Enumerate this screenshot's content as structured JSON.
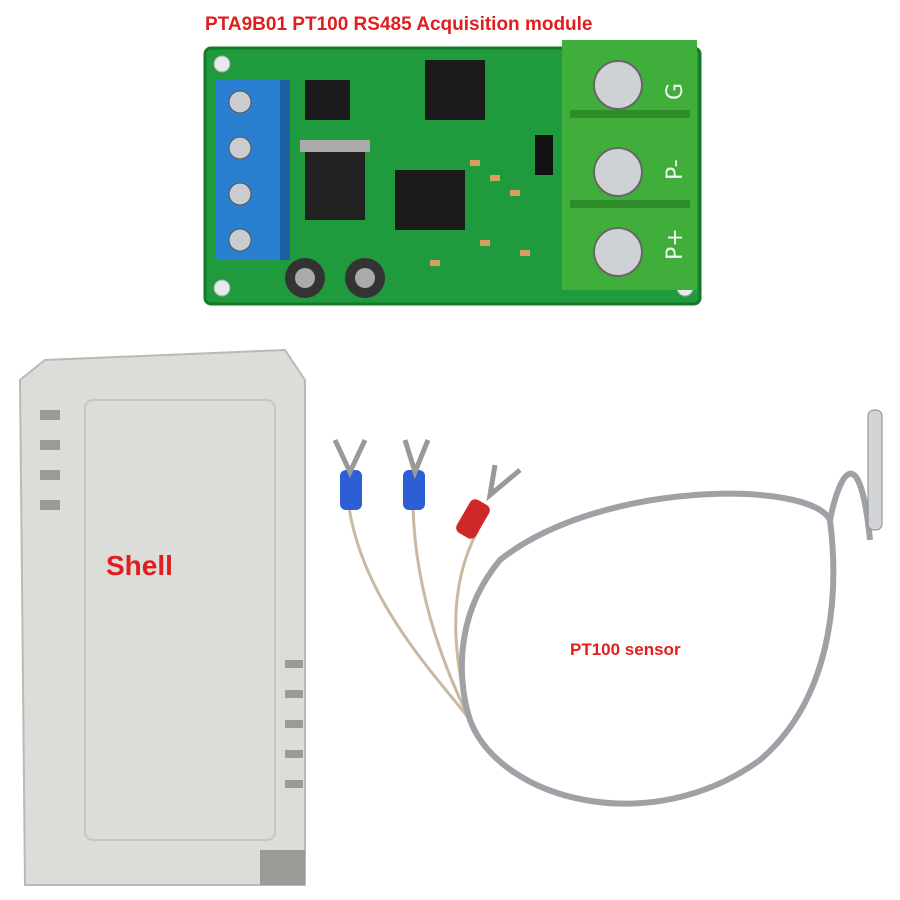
{
  "title": "PTA9B01 PT100 RS485 Acquisition module",
  "shell_label": "Shell",
  "sensor_label": "PT100 sensor",
  "terminal_labels": [
    "G",
    "P-",
    "P+"
  ],
  "colors": {
    "label": "#e01e1e",
    "pcb": "#1f9a3c",
    "terminal_blue": "#2a7fd0",
    "terminal_green": "#3fae3a",
    "shell": "#dcdcd8"
  }
}
